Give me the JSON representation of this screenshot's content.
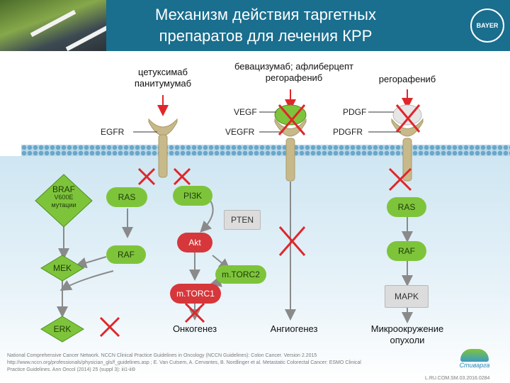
{
  "header": {
    "title_line1": "Механизм действия таргетных",
    "title_line2": "препаратов для лечения КРР",
    "logo_text": "BAYER"
  },
  "drugs": {
    "egfr_line1": "цетуксимаб",
    "egfr_line2": "панитумумаб",
    "vegf_line1": "бевацизумаб; афлиберцепт",
    "vegf_line2": "регорафениб",
    "pdgf": "регорафениб"
  },
  "receptors": {
    "egfr": "EGFR",
    "vegfr": "VEGFR",
    "pdgfr": "PDGFR",
    "vegf": "VEGF",
    "pdgf": "PDGF"
  },
  "nodes": {
    "braf": "BRAF",
    "braf_sub1": "V600E",
    "braf_sub2": "мутации",
    "ras_left": "RAS",
    "pi3k": "PI3K",
    "pten": "PTEN",
    "akt": "Akt",
    "raf_left": "RAF",
    "mek": "MEK",
    "mtorc2": "m.TORC2",
    "mtorc1": "m.TORC1",
    "erk": "ERK",
    "ras_right": "RAS",
    "raf_right": "RAF",
    "mapk": "MAPK"
  },
  "outcomes": {
    "oncogenesis": "Онкогенез",
    "angiogenesis": "Ангиогенез",
    "micro_line1": "Микроокружение",
    "micro_line2": "опухоли"
  },
  "footer": {
    "ref_line1": "National Comprehensive Cancer Network. NCCN Clinical Practice Guidelines in Oncology (NCCN Guidelines): Colon Cancer. Version 2.2015",
    "ref_line2": "http://www.nccn.org/professionals/physician_gls/f_guidelines.asp ; E. Van Cutsem, A. Cervantes, B. Nordlinger et al. Metastatic Colorectal Cancer: ESMO Clinical",
    "ref_line3": "Practice Guidelines. Ann Oncol (2014) 25 (suppl 3): iii1-iii9",
    "brand": "Стиварга",
    "code": "L.RU.COM.SM.03.2016.0284"
  },
  "colors": {
    "header": "#1a6e8e",
    "membrane": "#b9d8ea",
    "receptor": "#c8b98a",
    "green": "#7ec43b",
    "red": "#d6373b",
    "cross": "#e0262b",
    "arrow": "#e0262b"
  }
}
